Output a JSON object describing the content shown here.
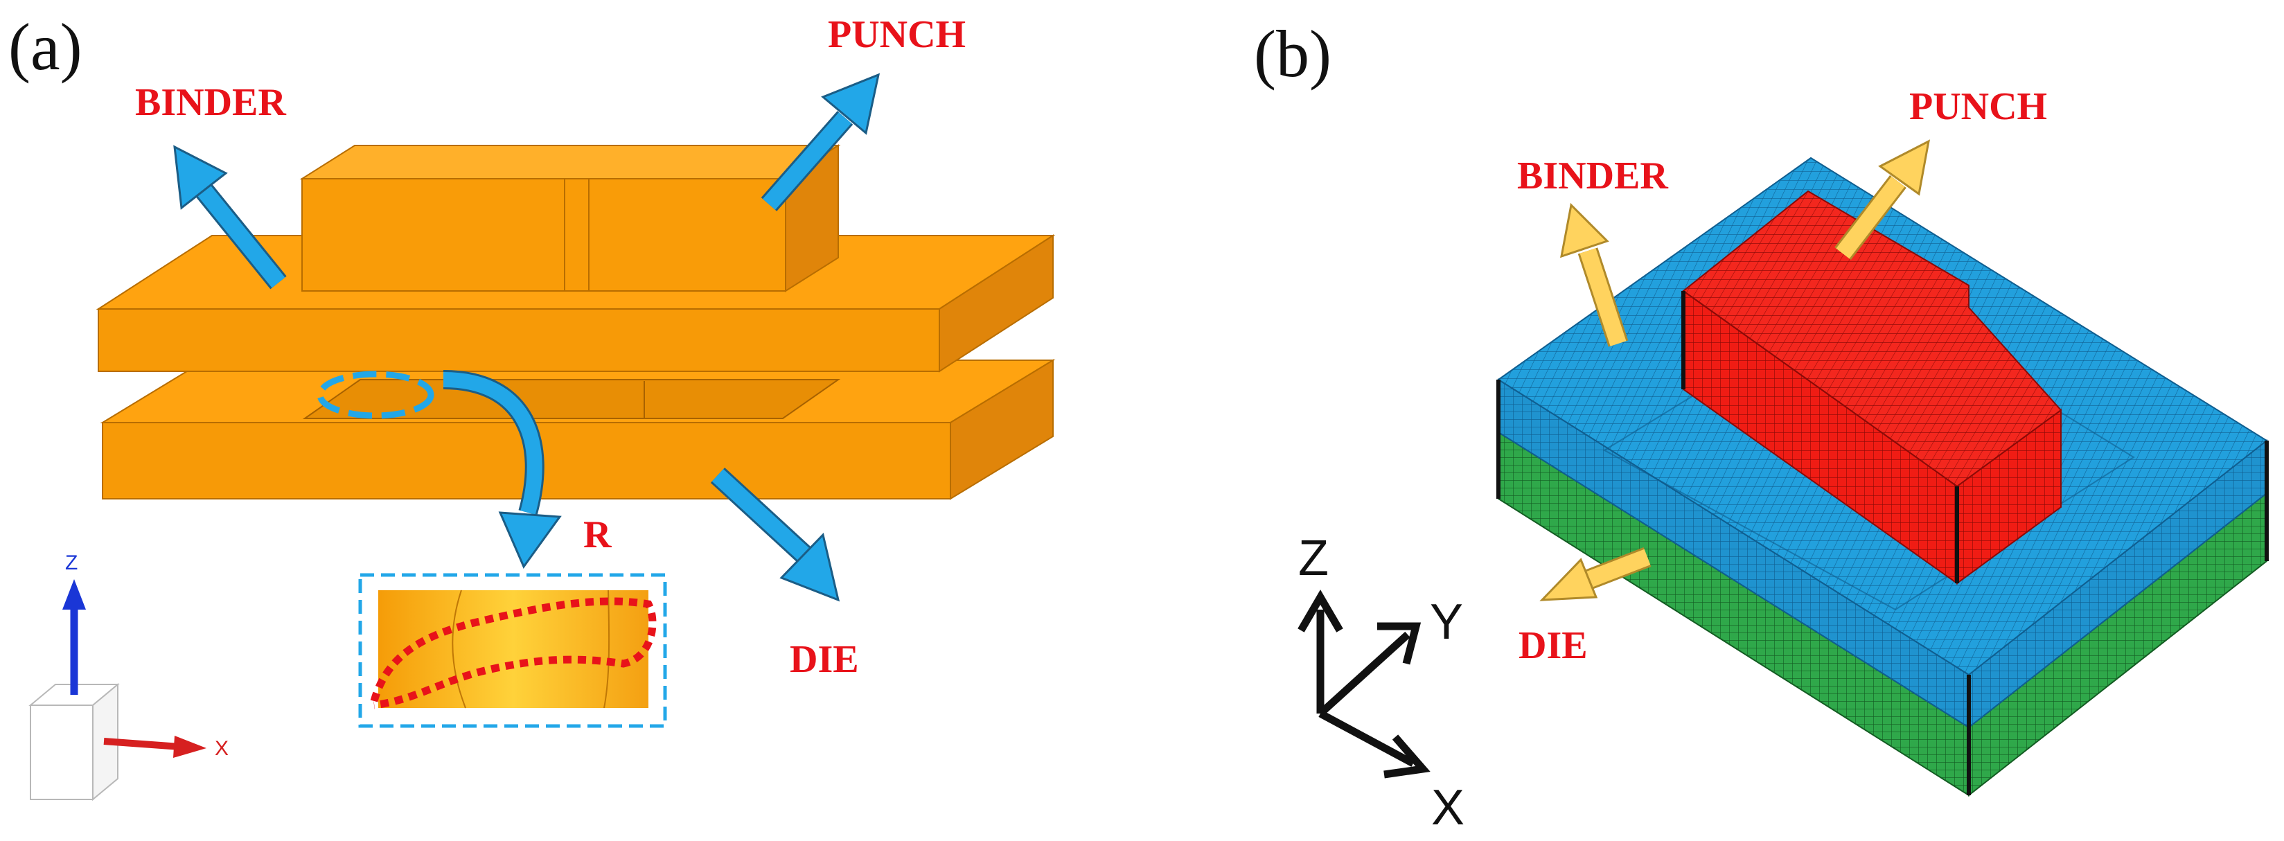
{
  "panel_a": {
    "label": "(a)",
    "callouts": {
      "punch": "PUNCH",
      "binder": "BINDER",
      "die": "DIE",
      "radius": "R"
    },
    "triad": {
      "z": "Z",
      "x": "X"
    }
  },
  "panel_b": {
    "label": "(b)",
    "callouts": {
      "punch": "PUNCH",
      "binder": "BINDER",
      "die": "DIE"
    },
    "triad": {
      "z": "Z",
      "y": "Y",
      "x": "X"
    }
  },
  "colors": {
    "orange_top": "#ffa310",
    "orange_front": "#f79a07",
    "orange_side": "#e0850a",
    "arrow_blue": "#22a7e8",
    "callout_red": "#e8121a",
    "mesh_blue": "#22a0dd",
    "mesh_red": "#f01c14",
    "mesh_green": "#2fa84a",
    "arrow_yellow": "#ffd35e"
  }
}
